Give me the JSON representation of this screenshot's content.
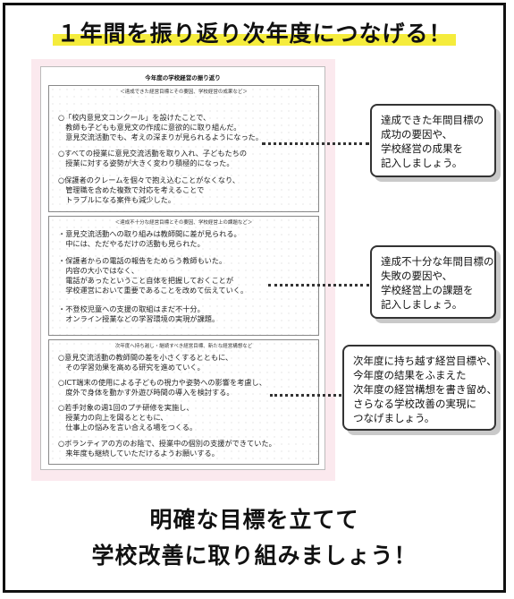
{
  "headline": "１年間を振り返り次年度につなげる！",
  "colors": {
    "highlight": "#f5ec3c",
    "sheet_bg": "#fbe9ee",
    "border": "#111111"
  },
  "form": {
    "title": "今年度の学校経営の振り返り",
    "sections": [
      {
        "heading": "＜達成できた経営目標とその要因、学校経営の成果など＞",
        "entries": [
          "○「校内意見文コンクール」を設けたことで、\n　教師も子どもも意見文の作成に意欲的に取り組んだ。\n　意見交流活動でも、考えの深まりが見られるようになった。",
          "○すべての授業に意見交流活動を取り入れ、子どもたちの\n　授業に対する姿勢が大きく変わり積極的になった。",
          "○保護者のクレームを個々で抱え込むことがなくなり、\n　管理職を含めた複数で対応を考えることで\n　トラブルになる案件も減少した。"
        ]
      },
      {
        "heading": "＜達成不十分な経営目標とその要因、学校経営上の課題など＞",
        "entries": [
          "・意見交流活動への取り組みは教師間に差が見られる。\n　中には、ただやるだけの活動も見られた。",
          "・保護者からの電話の報告をためらう教師もいた。\n　内容の大小ではなく、\n　電話があったということ自体を把握しておくことが\n　学校運営において重要であることを改めて伝えていく。",
          "・不登校児童への支援の取組はまだ不十分。\n　オンライン授業などの学習環境の実現が課題。"
        ]
      },
      {
        "heading": "次年度へ持ち越し・継続すべき経営目標、新たな経営構想など",
        "entries": [
          "○意見交流活動の教師間の差を小さくするとともに、\n　その学習効果を高める研究を進めていく。",
          "○ICT端末の使用による子どもの視力や姿勢への影響を考慮し、\n　度外で身体を動かす外遊び時間の導入を検討する。",
          "○若手対象の週1回のプチ研修を実施し、\n　授業力の向上を図るとともに、\n　仕事上の悩みを言い合える場をつくる。",
          "○ボランティアの方のお陰で、授業中の個別の支援ができていた。\n　来年度も継続していただけるようお願いする。"
        ]
      }
    ]
  },
  "callouts": [
    "達成できた年間目標の\n成功の要因や、\n学校経営の成果を\n記入しましょう。",
    "達成不十分な年間目標の\n失敗の要因や、\n学校経営上の課題を\n記入しましょう。",
    "次年度に持ち越す経営目標や、\n今年度の結果をふまえた\n次年度の経営構想を書き留め、\nさらなる学校改善の実現に\nつなげましょう。"
  ],
  "bottom_message": {
    "line1": "明確な目標を立てて",
    "line2": "学校改善に取り組みましょう！"
  }
}
